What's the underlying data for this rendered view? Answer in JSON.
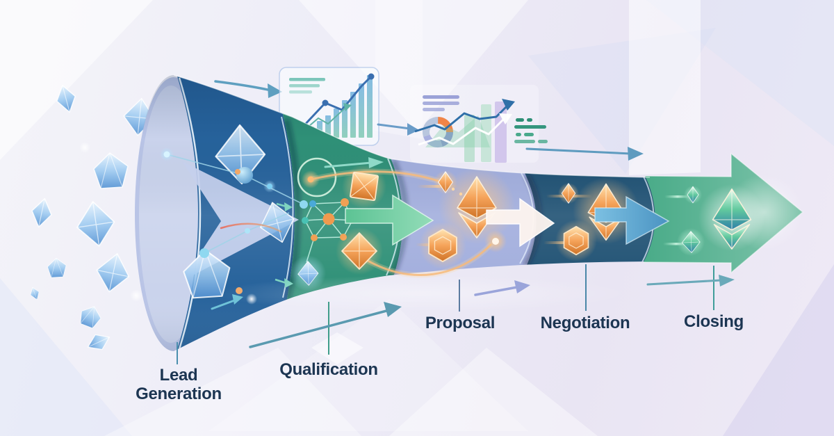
{
  "illustration": {
    "type": "sales-funnel-pipeline",
    "direction": "left-to-right",
    "background": "#edeaf5",
    "label_color": "#1c3552",
    "funnel_mouth_color": "#b9c4e6",
    "stages": [
      {
        "label": "Lead Generation",
        "color": "#26629b",
        "tick_color": "#4a8fae"
      },
      {
        "label": "Qualification",
        "color": "#2f9077",
        "tick_color": "#3f9d8a"
      },
      {
        "label": "Proposal",
        "color": "#a2aedd",
        "tick_color": "#5b7ba0"
      },
      {
        "label": "Negotiation",
        "color": "#1f5173",
        "tick_color": "#4a87a8"
      },
      {
        "label": "Closing",
        "color": "#49ab88",
        "tick_color": "#3f9d9a"
      }
    ],
    "accents": {
      "orange_gem": "#f09a4e",
      "blue_crystal": "#8fc0ee",
      "green_crystal": "#5fc49c",
      "arrow_teal": "#5596ac",
      "arrow_lavender": "#98a2d8",
      "trend_blue": "#2f6fa8"
    },
    "icon_names": [
      "crystal-icon",
      "gem-ethereum-icon",
      "gem-hexagon-icon",
      "gem-diamond-icon",
      "gem-square-icon",
      "network-icon",
      "molecule-icon",
      "target-circle-icon",
      "analytics-card-icon",
      "donut-chart-icon",
      "bar-chart-icon",
      "trend-arrow-icon",
      "flow-arrow-icon",
      "comet-icon"
    ]
  }
}
